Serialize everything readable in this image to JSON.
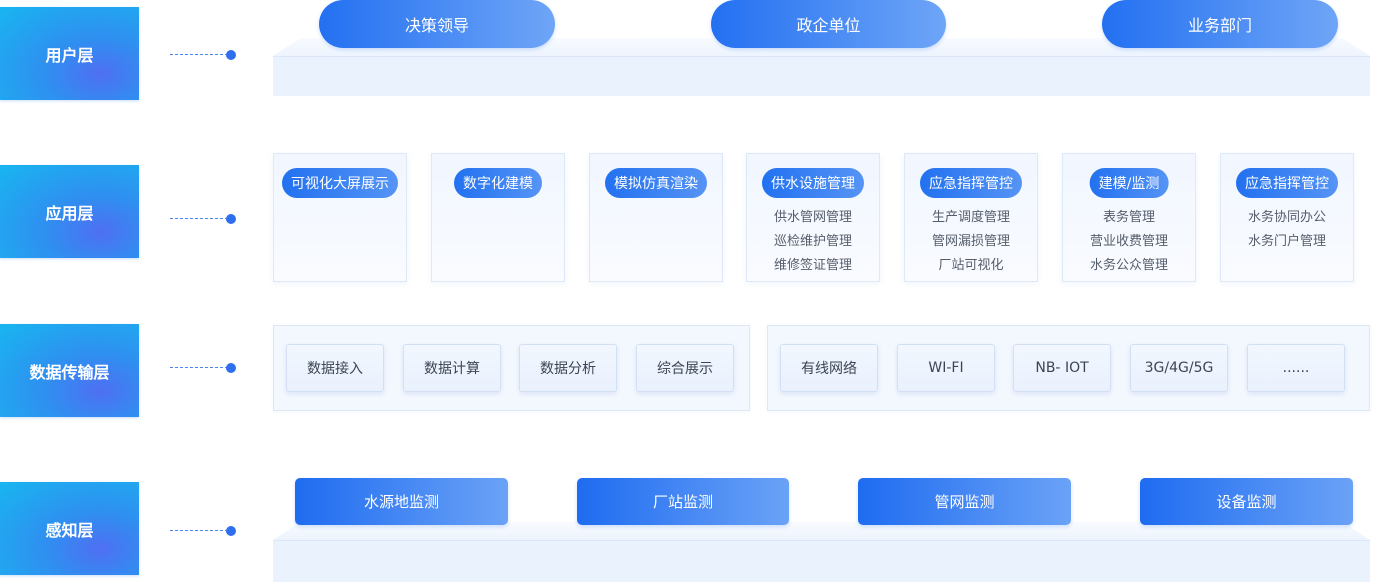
{
  "layers": {
    "user": "用户层",
    "application": "应用层",
    "transport": "数据传输层",
    "sensing": "感知层"
  },
  "user_layer": [
    "决策领导",
    "政企单位",
    "业务部门"
  ],
  "application_layer": [
    {
      "title": "可视化大屏展示",
      "items": []
    },
    {
      "title": "数字化建模",
      "items": []
    },
    {
      "title": "模拟仿真渲染",
      "items": []
    },
    {
      "title": "供水设施管理",
      "items": [
        "供水管网管理",
        "巡检维护管理",
        "维修签证管理"
      ]
    },
    {
      "title": "应急指挥管控",
      "items": [
        "生产调度管理",
        "管网漏损管理",
        "厂站可视化"
      ]
    },
    {
      "title": "建模/监测",
      "items": [
        "表务管理",
        "营业收费管理",
        "水务公众管理"
      ]
    },
    {
      "title": "应急指挥管控",
      "items": [
        "水务协同办公",
        "水务门户管理"
      ]
    }
  ],
  "transport_layer": {
    "data": [
      "数据接入",
      "数据计算",
      "数据分析",
      "综合展示"
    ],
    "network": [
      "有线网络",
      "WI-FI",
      "NB- IOT",
      "3G/4G/5G",
      "......"
    ]
  },
  "sensing_layer": [
    "水源地监测",
    "厂站监测",
    "管网监测",
    "设备监测"
  ],
  "colors": {
    "primary": "#2370f1",
    "label_gradient_start": "#18b6f0",
    "label_gradient_end": "#4f6ff3",
    "platform": "#eaf2fd"
  }
}
